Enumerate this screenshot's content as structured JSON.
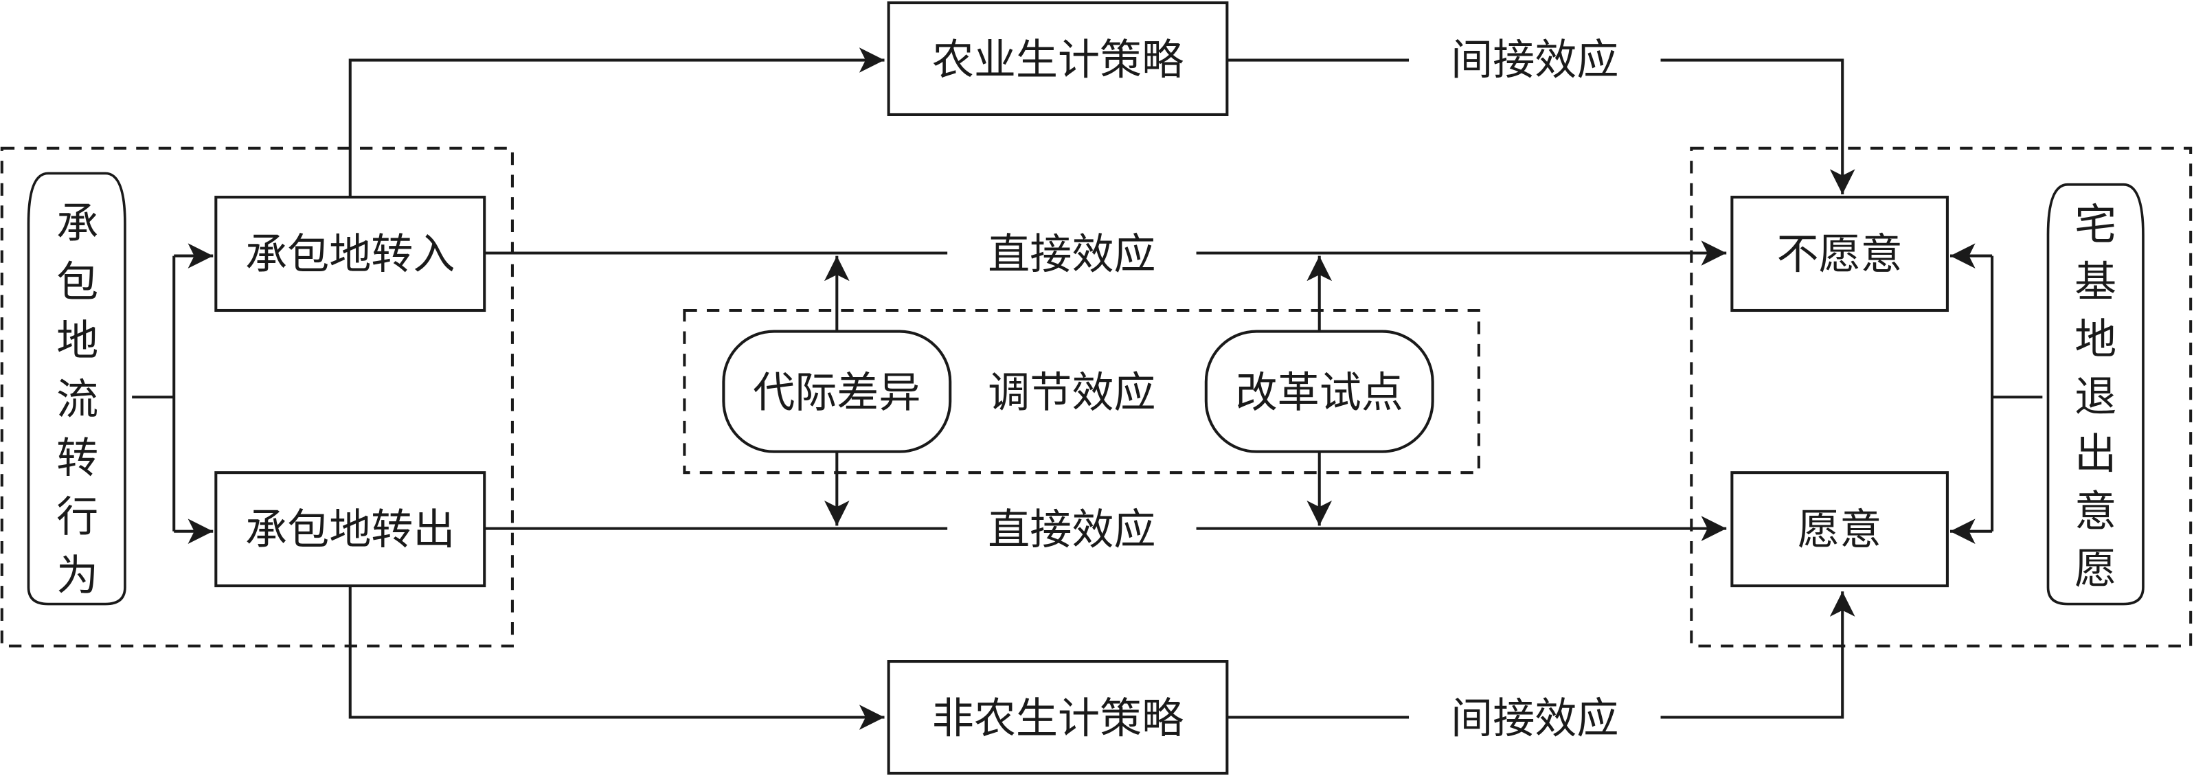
{
  "diagram": {
    "left_group": {
      "pill": "承包地流转行为",
      "box_in": "承包地转入",
      "box_out": "承包地转出"
    },
    "top_box": "农业生计策略",
    "bottom_box": "非农生计策略",
    "indirect_top": "间接效应",
    "indirect_bottom": "间接效应",
    "direct_top": "直接效应",
    "direct_bottom": "直接效应",
    "moderation": {
      "pill_left": "代际差异",
      "label": "调节效应",
      "pill_right": "改革试点"
    },
    "right_group": {
      "box_unwilling": "不愿意",
      "box_willing": "愿意",
      "pill": "宅基地退出意愿"
    }
  }
}
